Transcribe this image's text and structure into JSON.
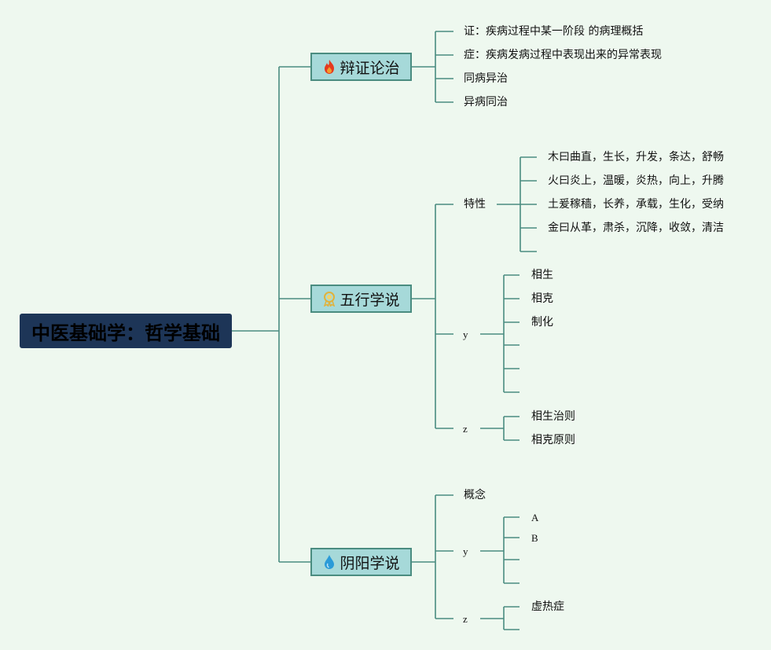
{
  "root": {
    "label": "中医基础学：哲学基础"
  },
  "branches": [
    {
      "label": "辩证论治",
      "icon": "fire-icon",
      "children": [
        "证：疾病过程中某一阶段 的病理概括",
        "症：疾病发病过程中表现出来的异常表现",
        "同病异治",
        "异病同治"
      ]
    },
    {
      "label": "五行学说",
      "icon": "award-ribbon-icon",
      "children": [
        {
          "label": "特性",
          "children": [
            "木曰曲直，生长，升发，条达，舒畅",
            "火曰炎上，温暖，炎热，向上，升腾",
            "土爰稼穑，长养，承载，生化，受纳",
            "金曰从革，肃杀，沉降，收敛，清洁",
            ""
          ]
        },
        {
          "label": "y",
          "children": [
            "相生",
            "相克",
            "制化",
            "",
            "",
            ""
          ]
        },
        {
          "label": "z",
          "children": [
            "相生治则",
            "相克原则"
          ]
        }
      ]
    },
    {
      "label": "阴阳学说",
      "icon": "water-drop-icon",
      "children": [
        {
          "label": "概念"
        },
        {
          "label": "y",
          "children": [
            "A",
            "B",
            "",
            ""
          ]
        },
        {
          "label": "z",
          "children": [
            "虚热症",
            ""
          ]
        }
      ]
    }
  ],
  "colors": {
    "line": "#4a8c80",
    "root_bg": "#1d3557",
    "node_bg": "#a6d9d9",
    "background": "#eef8ef"
  }
}
